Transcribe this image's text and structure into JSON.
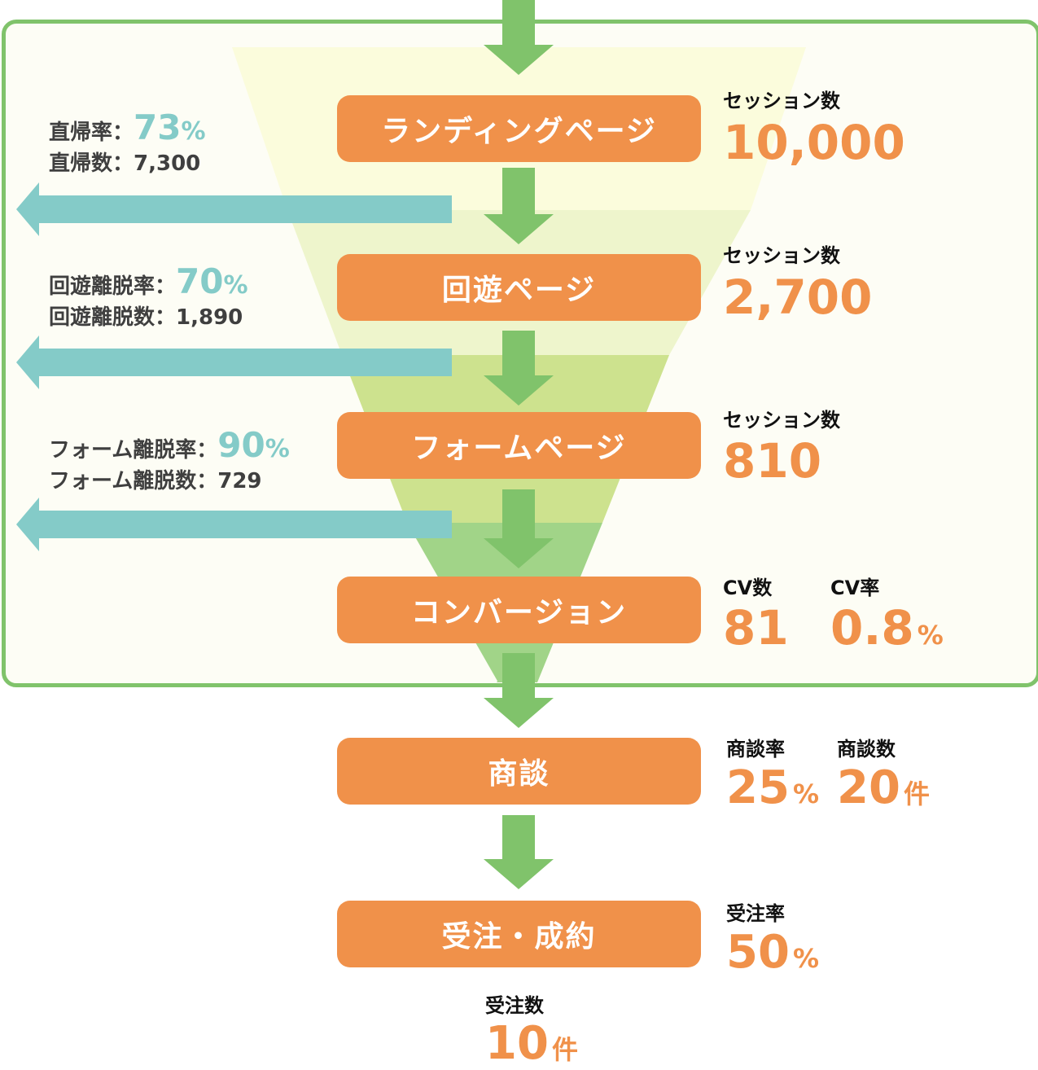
{
  "colors": {
    "stage_fill": "#f0914a",
    "arrow_green": "#80c36b",
    "exit_arrow": "#84cbc8",
    "frame_border": "#80c36b",
    "value_orange": "#f0914a",
    "rate_teal": "#84cbc8"
  },
  "stages": [
    {
      "label": "ランディングページ",
      "metric_label": "セッション数",
      "metric_value": "10,000"
    },
    {
      "label": "回遊ページ",
      "metric_label": "セッション数",
      "metric_value": "2,700"
    },
    {
      "label": "フォームページ",
      "metric_label": "セッション数",
      "metric_value": "810"
    },
    {
      "label": "コンバージョン",
      "metrics": [
        {
          "label": "CV数",
          "value": "81",
          "unit": ""
        },
        {
          "label": "CV率",
          "value": "0.8",
          "unit": "%"
        }
      ]
    },
    {
      "label": "商談",
      "metrics": [
        {
          "label": "商談率",
          "value": "25",
          "unit": "%"
        },
        {
          "label": "商談数",
          "value": "20",
          "unit": "件"
        }
      ]
    },
    {
      "label": "受注・成約",
      "metrics": [
        {
          "label": "受注率",
          "value": "50",
          "unit": "%"
        },
        {
          "label": "受注数",
          "value": "10",
          "unit": "件"
        }
      ]
    }
  ],
  "dropoffs": [
    {
      "rate_label": "直帰率：",
      "rate_value": "73",
      "rate_unit": "%",
      "count_label": "直帰数：",
      "count_value": "7,300"
    },
    {
      "rate_label": "回遊離脱率：",
      "rate_value": "70",
      "rate_unit": "%",
      "count_label": "回遊離脱数：",
      "count_value": "1,890"
    },
    {
      "rate_label": "フォーム離脱率：",
      "rate_value": "90",
      "rate_unit": "%",
      "count_label": "フォーム離脱数：",
      "count_value": "729"
    }
  ],
  "chart_data": {
    "type": "funnel",
    "categories": [
      "ランディングページ",
      "回遊ページ",
      "フォームページ",
      "コンバージョン",
      "商談",
      "受注・成約"
    ],
    "values": [
      10000,
      2700,
      810,
      81,
      20,
      10
    ],
    "rates": {
      "直帰率": 73,
      "回遊離脱率": 70,
      "フォーム離脱率": 90,
      "CV率": 0.8,
      "商談率": 25,
      "受注率": 50
    },
    "dropoff_counts": {
      "直帰数": 7300,
      "回遊離脱数": 1890,
      "フォーム離脱数": 729
    }
  }
}
